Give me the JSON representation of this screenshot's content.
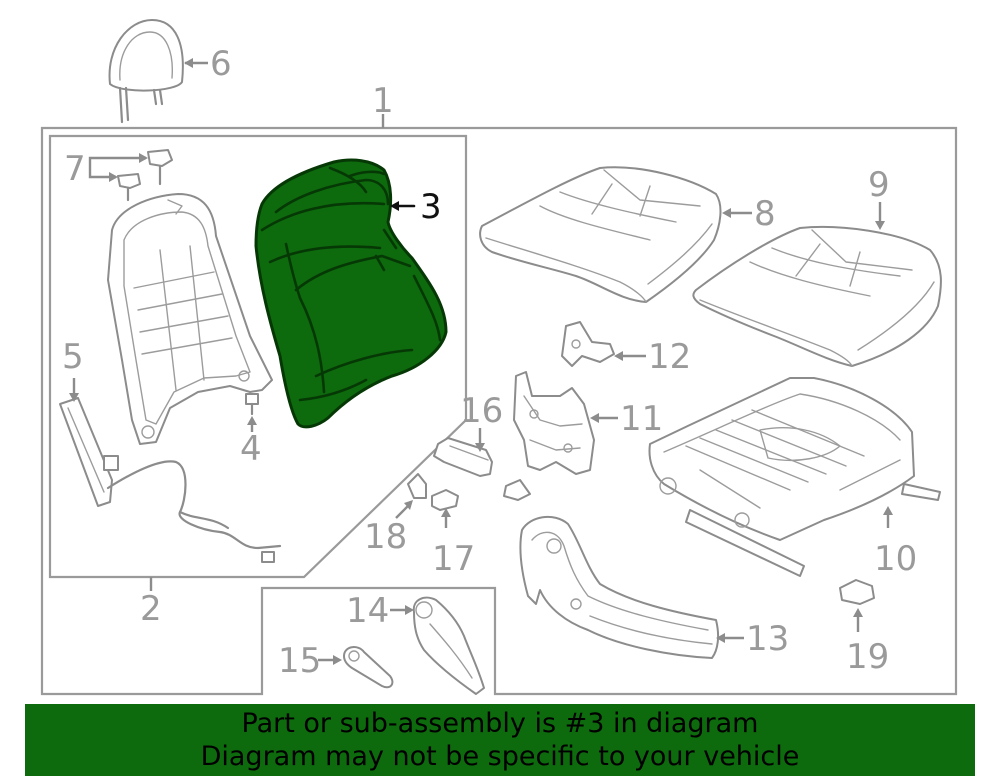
{
  "diagram": {
    "highlight_color": "#0d6a0d",
    "highlighted_part": "3",
    "callouts": {
      "c1": "1",
      "c2": "2",
      "c3": "3",
      "c4": "4",
      "c5": "5",
      "c6": "6",
      "c7": "7",
      "c8": "8",
      "c9": "9",
      "c10": "10",
      "c11": "11",
      "c12": "12",
      "c13": "13",
      "c14": "14",
      "c15": "15",
      "c16": "16",
      "c17": "17",
      "c18": "18",
      "c19": "19"
    }
  },
  "banner": {
    "line1": "Part or sub-assembly is #3 in diagram",
    "line2": "Diagram may not be specific to your vehicle"
  }
}
